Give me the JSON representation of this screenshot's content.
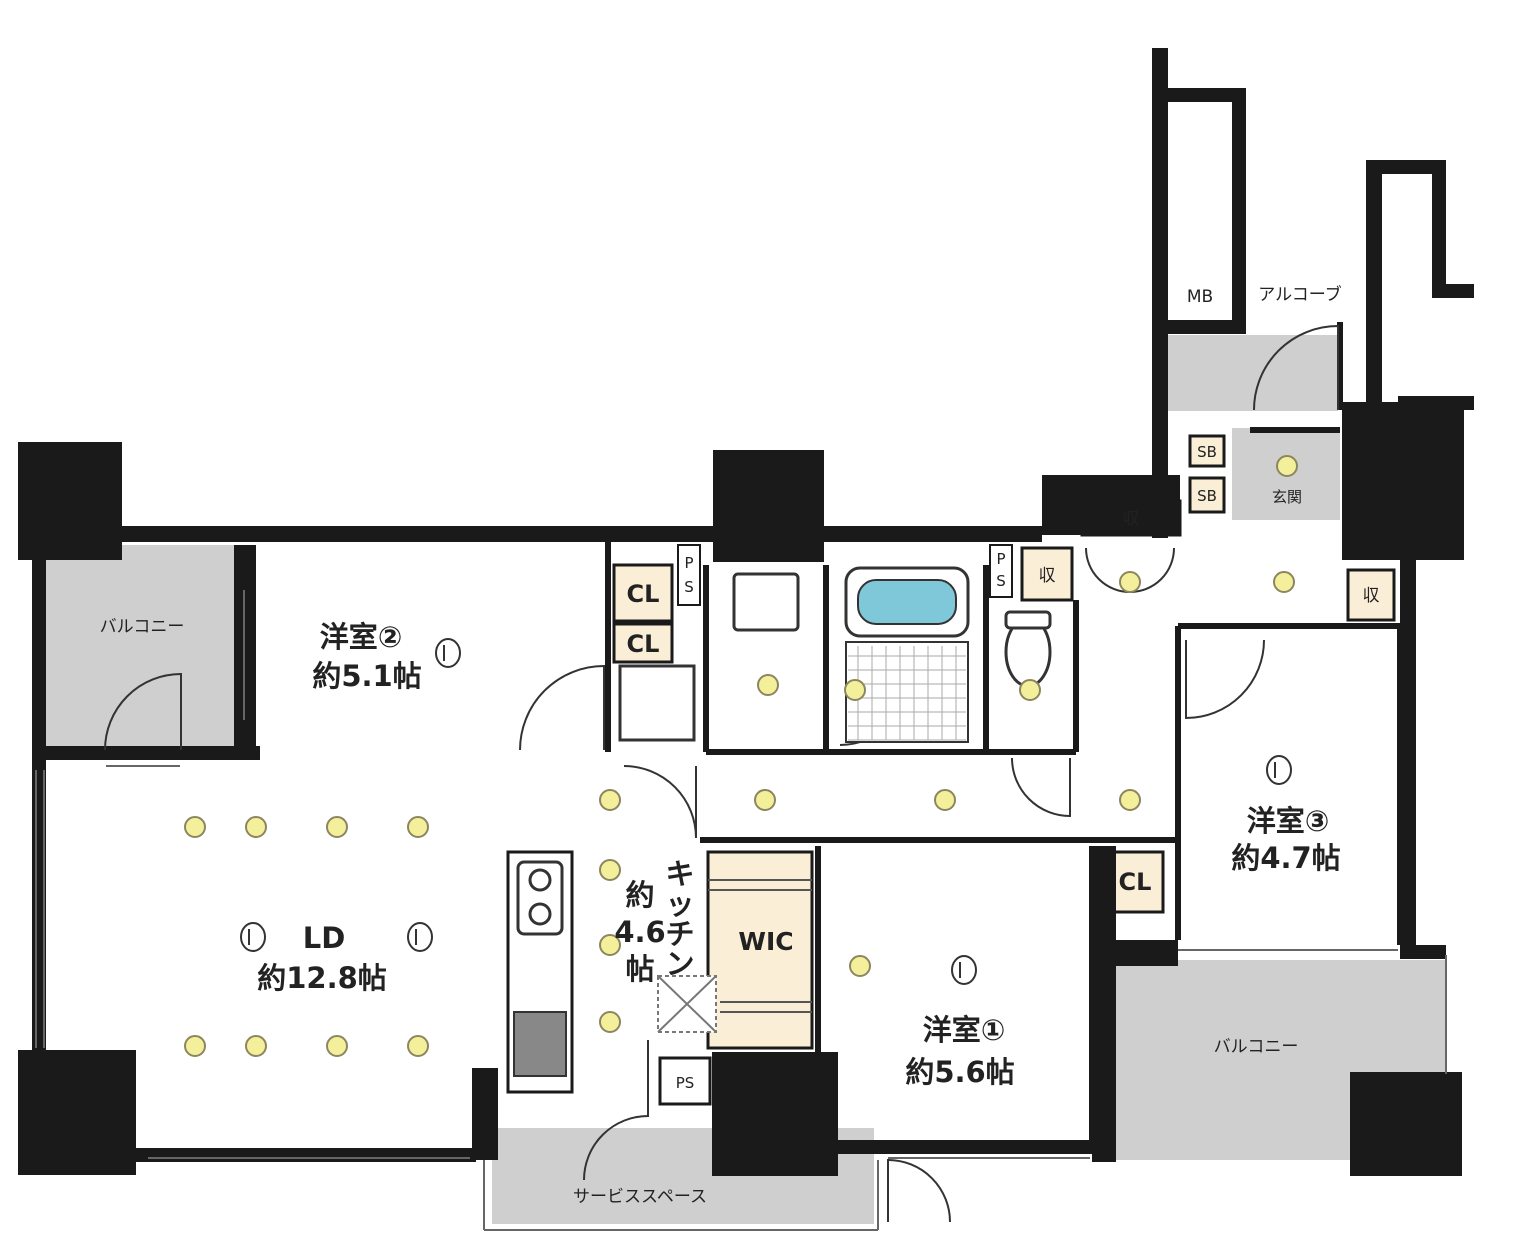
{
  "colors": {
    "wall": "#1a1a1a",
    "floor": "#ffffff",
    "gray_area": "#cfcfcf",
    "storage": "#fbeed6",
    "light": "#f3ef9a",
    "light_ring": "#8c8660",
    "tub": "#7ec8da"
  },
  "rooms": {
    "western2": {
      "name": "洋室②",
      "area": "約5.1帖"
    },
    "western3": {
      "name": "洋室③",
      "area": "約4.7帖"
    },
    "western1": {
      "name": "洋室①",
      "area": "約5.6帖"
    },
    "ld": {
      "name": "LD",
      "area": "約12.8帖"
    },
    "kitchen": {
      "area_prefix": "約",
      "area_value": "4.6",
      "area_unit": "帖",
      "name_chars": [
        "キ",
        "ッ",
        "チ",
        "ン"
      ]
    },
    "wic": {
      "name": "WIC"
    },
    "balcony_left": {
      "name": "バルコニー"
    },
    "balcony_right": {
      "name": "バルコニー"
    },
    "service_space": {
      "name": "サービススペース"
    },
    "alcove": {
      "name": "アルコーブ"
    },
    "entrance": {
      "name": "玄関"
    },
    "mb": {
      "name": "MB"
    }
  },
  "storage": {
    "cl_western2_top": "CL",
    "cl_western2_bottom": "CL",
    "cl_western3": "CL",
    "shu_toilet": "収",
    "shu_hall_top": "収",
    "shu_hall_right": "収",
    "sb_top": "SB",
    "sb_bottom": "SB"
  },
  "pipe_space": {
    "ps_western2_p": "P",
    "ps_western2_s": "S",
    "ps_toilet_p": "P",
    "ps_toilet_s": "S",
    "ps_kitchen": "PS"
  }
}
